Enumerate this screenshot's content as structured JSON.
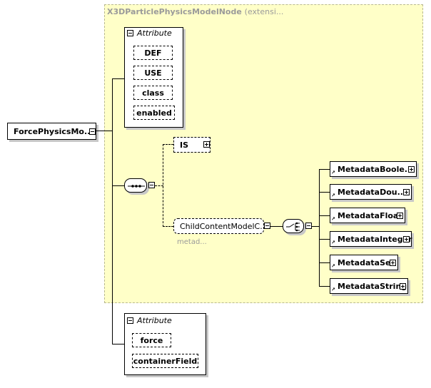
{
  "extension": {
    "title": "X3DParticlePhysicsModelNode",
    "subtitle": "(extensi..."
  },
  "root_element": {
    "label": "ForcePhysicsMo..."
  },
  "top_attributes": {
    "header": "Attribute",
    "items": [
      "DEF",
      "USE",
      "class",
      "enabled"
    ]
  },
  "sequence": {
    "is_element": "IS",
    "child_group": "ChildContentModelC...",
    "child_group_note": "metad..."
  },
  "metadata_choices": [
    "MetadataBoole...",
    "MetadataDou...",
    "MetadataFloat",
    "MetadataInteger",
    "MetadataSet",
    "MetadataString"
  ],
  "bottom_attributes": {
    "header": "Attribute",
    "items": [
      "force",
      "containerField"
    ]
  },
  "colors": {
    "extension_background": "#ffffc8",
    "border": "#000000",
    "muted_text": "#9a9a9a",
    "shadow": "#c8c8c8"
  }
}
